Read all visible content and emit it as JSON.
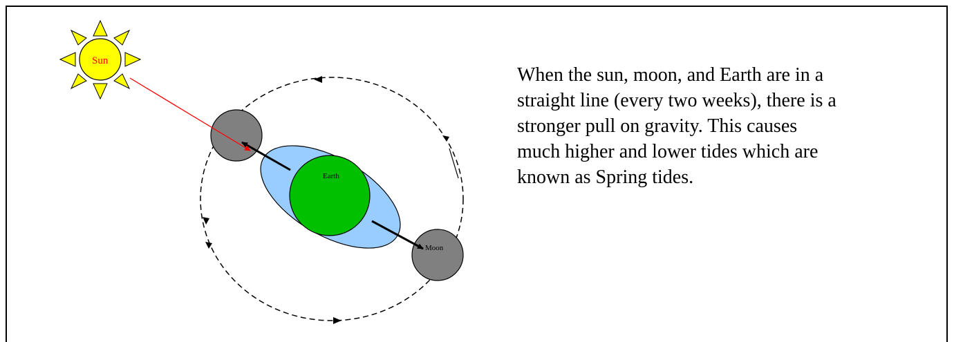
{
  "diagram": {
    "labels": {
      "sun": "Sun",
      "earth": "Earth",
      "moon": "Moon"
    },
    "caption": "When the sun, moon, and Earth are in a\nstraight line (every two weeks), there is a\nstronger pull on gravity.  This causes\nmuch higher and lower tides which are\nknown as Spring tides."
  },
  "colors": {
    "sun_fill": "#ffff00",
    "sun_label": "#ff0000",
    "earth_fill": "#00c000",
    "tidal_bulge": "#99ccff",
    "moon_fill": "#808080",
    "sun_ray": "#ff0000",
    "border": "#000000"
  }
}
